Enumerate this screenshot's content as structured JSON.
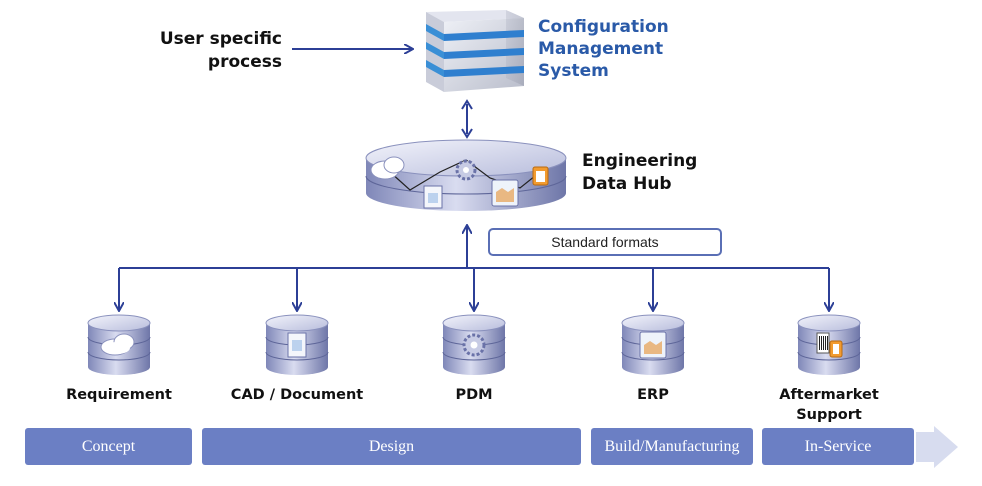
{
  "user_process": {
    "line1": "User specific",
    "line2": "process"
  },
  "cms": {
    "line1": "Configuration",
    "line2": "Management",
    "line3": "System"
  },
  "hub": {
    "line1": "Engineering",
    "line2": "Data Hub"
  },
  "standard_formats": "Standard formats",
  "systems": [
    {
      "label": "Requirement",
      "icon": "cloud-icon"
    },
    {
      "label": "CAD / Document",
      "icon": "document-icon"
    },
    {
      "label": "PDM",
      "icon": "gear-icon"
    },
    {
      "label": "ERP",
      "icon": "factory-icon"
    },
    {
      "label_line1": "Aftermarket",
      "label_line2": "Support",
      "icon": "barcode-clipboard-icon"
    }
  ],
  "phases": [
    "Concept",
    "Design",
    "Build/Manufacturing",
    "In-Service"
  ],
  "colors": {
    "accent_blue": "#2a5aa8",
    "line": "#2c3f96",
    "phase_fill": "#6b7fc4",
    "phase_arrow": "#d7dcef"
  }
}
